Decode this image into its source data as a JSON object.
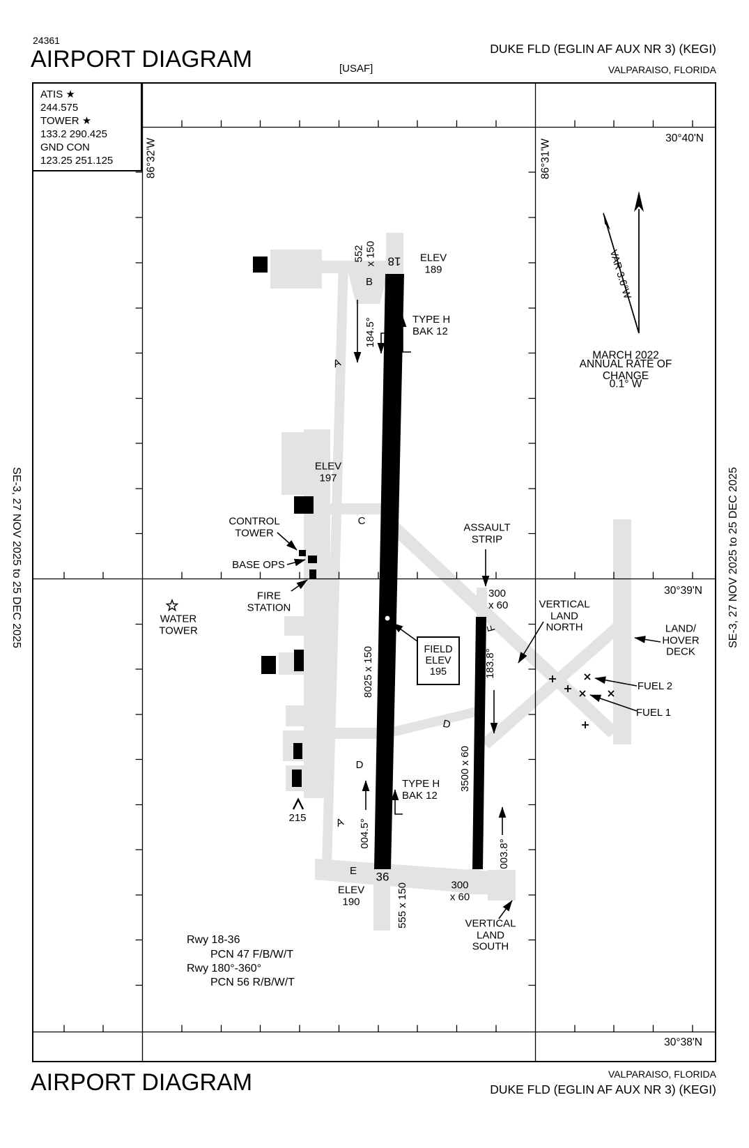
{
  "page": {
    "chart_number": "24361",
    "title": "AIRPORT DIAGRAM",
    "org_tag": "[USAF]",
    "airport_line": "DUKE FLD (EGLIN AF AUX NR 3)    (KEGI)",
    "city": "VALPARAISO, FLORIDA"
  },
  "footer": {
    "title": "AIRPORT DIAGRAM",
    "airport_line": "DUKE FLD (EGLIN AF AUX NR 3)    (KEGI)",
    "city": "VALPARAISO, FLORIDA"
  },
  "margin_note": "SE-3,  27 NOV 2025  to  25 DEC 2025",
  "comm": {
    "atis_label": "ATIS ★",
    "atis_freq": "244.575",
    "tower_label": "TOWER ★",
    "tower_freq": "133.2  290.425",
    "gnd_label": "GND CON",
    "gnd_freq": "123.25  251.125"
  },
  "graticule": {
    "lat_30_40": "30°40'N",
    "lat_30_39": "30°39'N",
    "lat_30_38": "30°38'N",
    "lon_86_32": "86°32'W",
    "lon_86_31": "86°31'W"
  },
  "compass": {
    "variation": "VAR 3.6°W",
    "date": "MARCH 2022",
    "rate_label": "ANNUAL RATE OF CHANGE",
    "rate_value": "0.1° W"
  },
  "runway": {
    "num_18": "18",
    "num_36": "36",
    "dim": "8025 x 150",
    "overrun_north": "552\nx 150",
    "overrun_south": "555 x 150",
    "hdg_18": "184.5°",
    "hdg_36": "004.5°",
    "elev_north": "ELEV\n189",
    "elev_mid": "ELEV\n197",
    "elev_south": "ELEV\n190",
    "field_elev": "FIELD\nELEV\n195",
    "arresting_gear": "TYPE H\nBAK 12"
  },
  "assault_strip": {
    "label": "ASSAULT\nSTRIP",
    "dim": "3500 x 60",
    "overrun_north": "300\nx 60",
    "overrun_south": "300\nx 60",
    "hdg_south": "183.8°",
    "hdg_north": "003.8°"
  },
  "taxiways": {
    "a": "A",
    "b": "B",
    "c": "C",
    "d": "D",
    "e": "E",
    "f": "F"
  },
  "facilities": {
    "control_tower": "CONTROL\nTOWER",
    "base_ops": "BASE OPS",
    "fire_station": "FIRE\nSTATION",
    "water_tower": "WATER\nTOWER",
    "vertical_land_north": "VERTICAL\nLAND\nNORTH",
    "vertical_land_south": "VERTICAL\nLAND\nSOUTH",
    "land_hover_deck": "LAND/\nHOVER\nDECK",
    "fuel_1": "FUEL 1",
    "fuel_2": "FUEL 2",
    "obstacle_height": "215"
  },
  "notes": {
    "line1": "Rwy 18-36",
    "line2": "PCN 47 F/B/W/T",
    "line3": "Rwy 180°-360°",
    "line4": "PCN 56 R/B/W/T"
  }
}
